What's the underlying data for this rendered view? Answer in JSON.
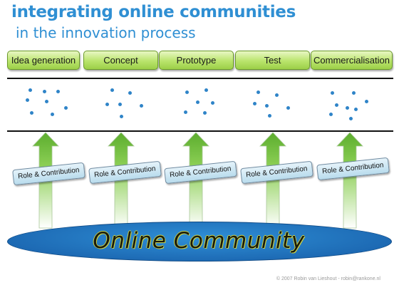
{
  "title": "integrating online communities",
  "subtitle": "in the innovation process",
  "stages": [
    "Idea generation",
    "Concept",
    "Prototype",
    "Test",
    "Commercialisation"
  ],
  "role_label": "Role & Contribution",
  "community_label": "Online Community",
  "credit": "© 2007 Robin van Lieshout - robin@rankone.nl",
  "colors": {
    "title": "#2f8fd3",
    "stage_fill": "#b9e46c",
    "dots": "#2f84c8",
    "arrow": "#7cc142",
    "ellipse": "#1c68b2"
  }
}
